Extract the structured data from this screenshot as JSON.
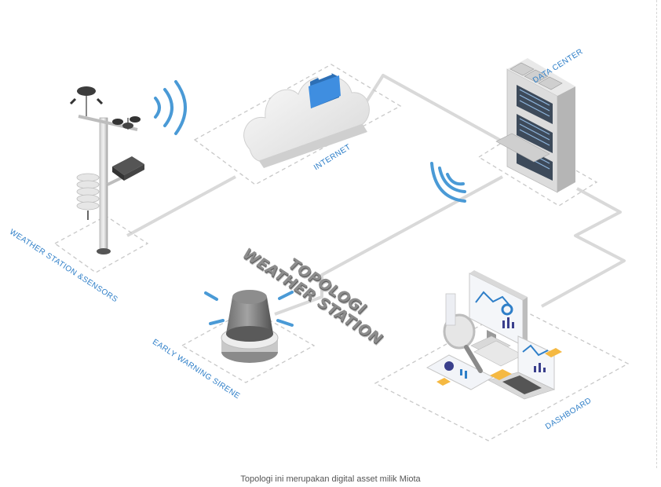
{
  "diagram": {
    "title_lines": [
      "TOPOLOGI",
      "WEATHER STATION"
    ],
    "nodes": {
      "weather_station": "WEATHER STATION &SENSORS",
      "internet": "INTERNET",
      "data_center": "DATA CENTER",
      "siren": "EARLY WARNING SIRENE",
      "dashboard": "DASHBOARD"
    }
  },
  "caption": "Topologi ini merupakan digital asset milik Miota",
  "colors": {
    "accent_blue": "#2f7fc8",
    "signal_blue": "#4a9ad6",
    "line_gray": "#d9d9d9",
    "dash_gray": "#c8c8c8"
  }
}
